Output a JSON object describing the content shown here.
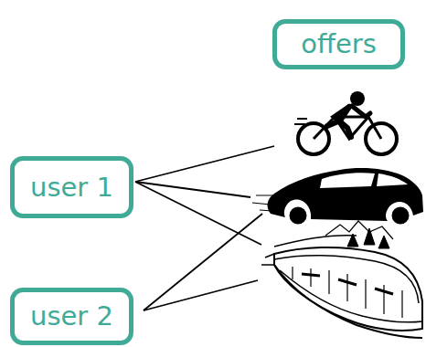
{
  "diagram": {
    "nodes": [
      {
        "text": [
          "offers"
        ]
      },
      {
        "text": [
          "user 1"
        ]
      },
      {
        "text": [
          "user 2"
        ]
      }
    ]
  }
}
